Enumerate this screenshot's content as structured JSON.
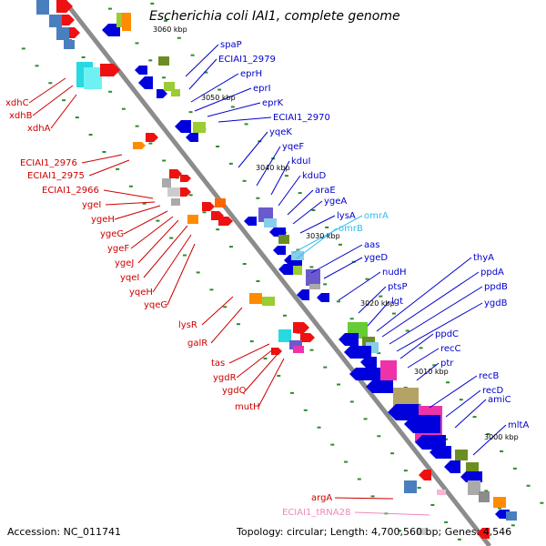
{
  "title": "Escherichia coli IAI1, complete genome",
  "footer": {
    "accession": "Accession: NC_011741",
    "topology": "Topology: circular; Length: 4,700,560 bp; Genes: 4,546"
  },
  "colors": {
    "backbone": "#8c8c8c",
    "dots": "#2e8b2e",
    "forward_label": "#0000cc",
    "reverse_label": "#cc0000",
    "rna_label": "#33bbee",
    "trna_label": "#ee88bb",
    "cds": "#0000dd",
    "cds_rev": "#ee1111"
  },
  "kbp_ticks": [
    "3060 kbp",
    "3050 kbp",
    "3040 kbp",
    "3030 kbp",
    "3020 kbp",
    "3010 kbp",
    "3000 kbp"
  ],
  "right_labels": [
    {
      "text": "spaP",
      "kind": "forward"
    },
    {
      "text": "ECIAI1_2979",
      "kind": "forward"
    },
    {
      "text": "eprH",
      "kind": "forward"
    },
    {
      "text": "eprI",
      "kind": "forward"
    },
    {
      "text": "eprK",
      "kind": "forward"
    },
    {
      "text": "ECIAI1_2970",
      "kind": "forward"
    },
    {
      "text": "yqeK",
      "kind": "forward"
    },
    {
      "text": "yqeF",
      "kind": "forward"
    },
    {
      "text": "kduI",
      "kind": "forward"
    },
    {
      "text": "kduD",
      "kind": "forward"
    },
    {
      "text": "araE",
      "kind": "forward"
    },
    {
      "text": "ygeA",
      "kind": "forward"
    },
    {
      "text": "lysA",
      "kind": "forward"
    },
    {
      "text": "omrA",
      "kind": "rna"
    },
    {
      "text": "omrB",
      "kind": "rna"
    },
    {
      "text": "aas",
      "kind": "forward"
    },
    {
      "text": "ygeD",
      "kind": "forward"
    },
    {
      "text": "nudH",
      "kind": "forward"
    },
    {
      "text": "ptsP",
      "kind": "forward"
    },
    {
      "text": "lgt",
      "kind": "forward"
    },
    {
      "text": "thyA",
      "kind": "forward"
    },
    {
      "text": "ppdA",
      "kind": "forward"
    },
    {
      "text": "ppdB",
      "kind": "forward"
    },
    {
      "text": "ygdB",
      "kind": "forward"
    },
    {
      "text": "ppdC",
      "kind": "forward"
    },
    {
      "text": "recC",
      "kind": "forward"
    },
    {
      "text": "ptr",
      "kind": "forward"
    },
    {
      "text": "recB",
      "kind": "forward"
    },
    {
      "text": "recD",
      "kind": "forward"
    },
    {
      "text": "amiC",
      "kind": "forward"
    },
    {
      "text": "mltA",
      "kind": "forward"
    }
  ],
  "left_labels": [
    {
      "text": "xdhC",
      "kind": "reverse"
    },
    {
      "text": "xdhB",
      "kind": "reverse"
    },
    {
      "text": "xdhA",
      "kind": "reverse"
    },
    {
      "text": "ECIAI1_2976",
      "kind": "reverse"
    },
    {
      "text": "ECIAI1_2975",
      "kind": "reverse"
    },
    {
      "text": "ECIAI1_2966",
      "kind": "reverse"
    },
    {
      "text": "ygeI",
      "kind": "reverse"
    },
    {
      "text": "ygeH",
      "kind": "reverse"
    },
    {
      "text": "ygeG",
      "kind": "reverse"
    },
    {
      "text": "ygeF",
      "kind": "reverse"
    },
    {
      "text": "ygeJ",
      "kind": "reverse"
    },
    {
      "text": "yqeI",
      "kind": "reverse"
    },
    {
      "text": "yqeH",
      "kind": "reverse"
    },
    {
      "text": "yqeG",
      "kind": "reverse"
    },
    {
      "text": "lysR",
      "kind": "reverse"
    },
    {
      "text": "galR",
      "kind": "reverse"
    },
    {
      "text": "tas",
      "kind": "reverse"
    },
    {
      "text": "ygdR",
      "kind": "reverse"
    },
    {
      "text": "ygdQ",
      "kind": "reverse"
    },
    {
      "text": "mutH",
      "kind": "reverse"
    },
    {
      "text": "argA",
      "kind": "reverse"
    },
    {
      "text": "ECIAI1_tRNA28",
      "kind": "trna"
    }
  ]
}
